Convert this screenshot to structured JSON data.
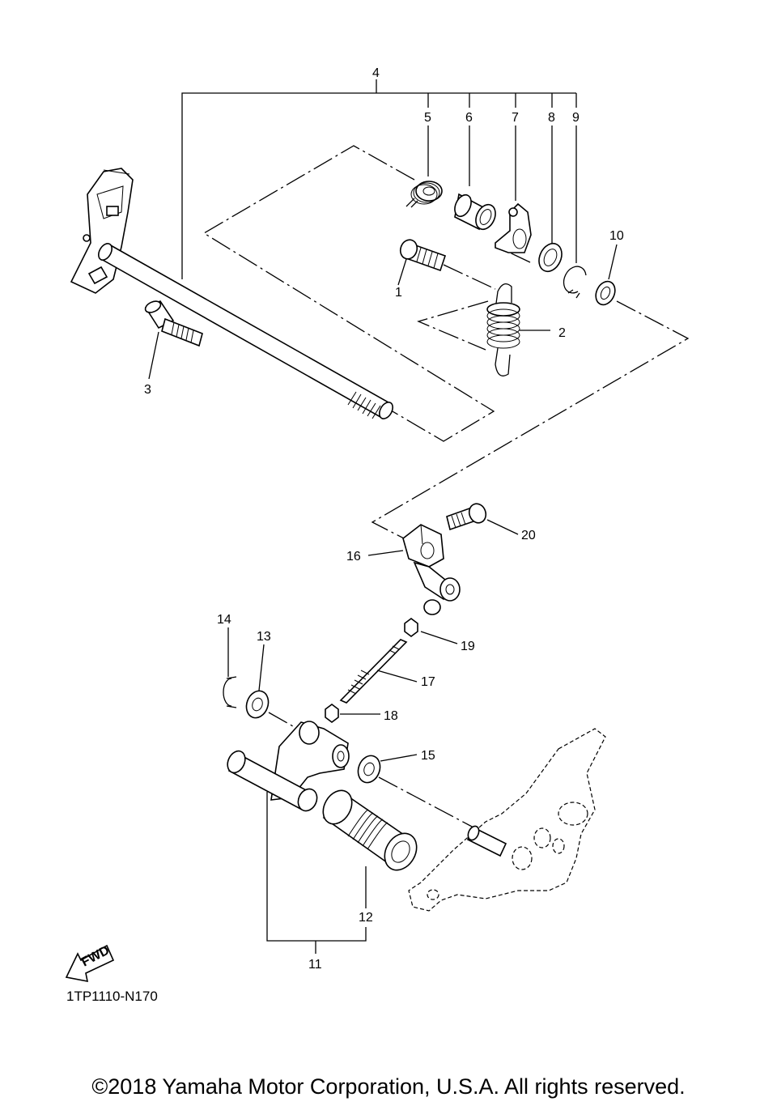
{
  "diagram": {
    "code": "1TP1110-N170",
    "copyright": "©2018 Yamaha Motor Corporation, U.S.A. All rights reserved.",
    "fwd_label": "FWD",
    "callouts": [
      "1",
      "2",
      "3",
      "4",
      "5",
      "6",
      "7",
      "8",
      "9",
      "10",
      "11",
      "12",
      "13",
      "14",
      "15",
      "16",
      "17",
      "18",
      "19",
      "20"
    ]
  }
}
